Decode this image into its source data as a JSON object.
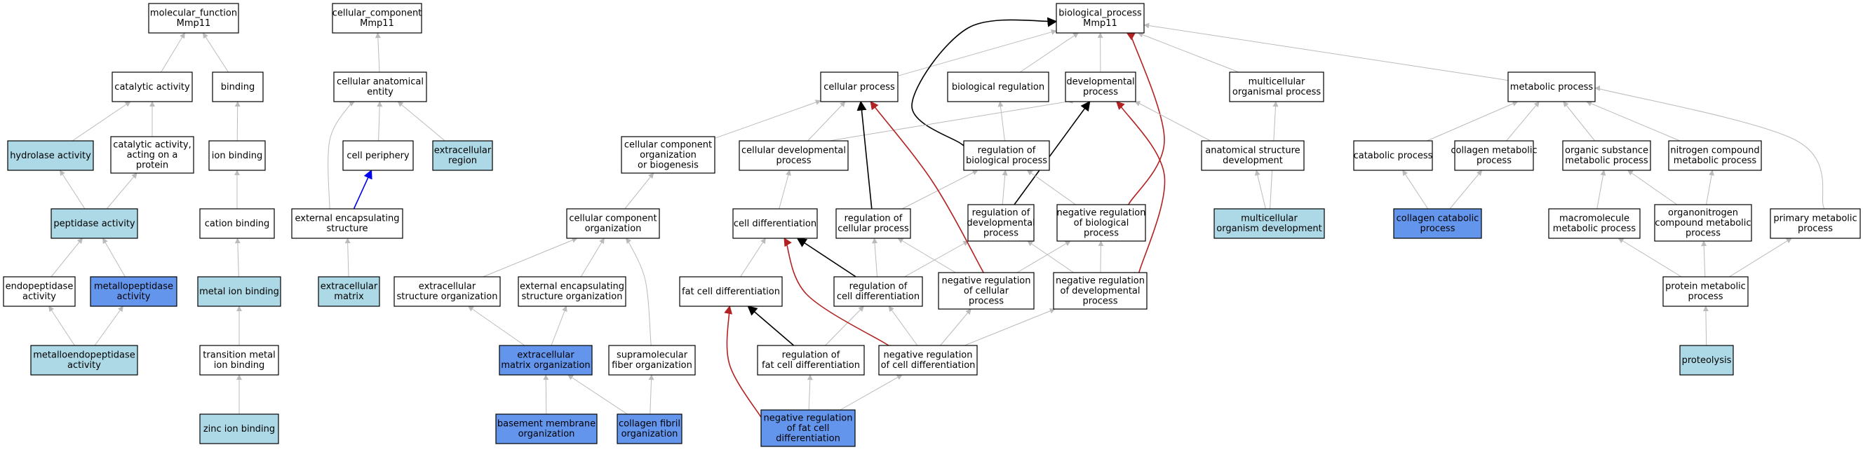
{
  "title": "",
  "colors": {
    "white": "#ffffff",
    "light": "#add8e6",
    "blue": "#6495ed",
    "edge_gray": "#bbbbbb",
    "edge_black": "#000000",
    "edge_red": "#b22222",
    "edge_blue": "#0000ee"
  },
  "nodes": [
    {
      "id": "mf",
      "lines": [
        "molecular_function",
        "Mmp11"
      ],
      "fill": "white"
    },
    {
      "id": "catalytic",
      "lines": [
        "catalytic activity"
      ],
      "fill": "white"
    },
    {
      "id": "binding",
      "lines": [
        "binding"
      ],
      "fill": "white"
    },
    {
      "id": "hydrolase",
      "lines": [
        "hydrolase activity"
      ],
      "fill": "light"
    },
    {
      "id": "cat_protein",
      "lines": [
        "catalytic activity,",
        "acting on a",
        "protein"
      ],
      "fill": "white"
    },
    {
      "id": "ion_binding",
      "lines": [
        "ion binding"
      ],
      "fill": "white"
    },
    {
      "id": "peptidase",
      "lines": [
        "peptidase activity"
      ],
      "fill": "light"
    },
    {
      "id": "cation",
      "lines": [
        "cation binding"
      ],
      "fill": "white"
    },
    {
      "id": "endopep",
      "lines": [
        "endopeptidase",
        "activity"
      ],
      "fill": "white"
    },
    {
      "id": "metallopep",
      "lines": [
        "metallopeptidase",
        "activity"
      ],
      "fill": "blue"
    },
    {
      "id": "metal_ion",
      "lines": [
        "metal ion binding"
      ],
      "fill": "light"
    },
    {
      "id": "metalloendo",
      "lines": [
        "metalloendopeptidase",
        "activity"
      ],
      "fill": "light"
    },
    {
      "id": "transition",
      "lines": [
        "transition metal",
        "ion binding"
      ],
      "fill": "white"
    },
    {
      "id": "zinc",
      "lines": [
        "zinc ion binding"
      ],
      "fill": "light"
    },
    {
      "id": "cc",
      "lines": [
        "cellular_component",
        "Mmp11"
      ],
      "fill": "white"
    },
    {
      "id": "cae",
      "lines": [
        "cellular anatomical",
        "entity"
      ],
      "fill": "white"
    },
    {
      "id": "periphery",
      "lines": [
        "cell periphery"
      ],
      "fill": "white"
    },
    {
      "id": "extra_region",
      "lines": [
        "extracellular",
        "region"
      ],
      "fill": "light"
    },
    {
      "id": "ext_encap_struct",
      "lines": [
        "external encapsulating",
        "structure"
      ],
      "fill": "white"
    },
    {
      "id": "ecm",
      "lines": [
        "extracellular",
        "matrix"
      ],
      "fill": "light"
    },
    {
      "id": "bp",
      "lines": [
        "biological_process",
        "Mmp11"
      ],
      "fill": "white"
    },
    {
      "id": "cell_proc",
      "lines": [
        "cellular process"
      ],
      "fill": "white"
    },
    {
      "id": "bio_reg",
      "lines": [
        "biological regulation"
      ],
      "fill": "white"
    },
    {
      "id": "dev_proc",
      "lines": [
        "developmental",
        "process"
      ],
      "fill": "white"
    },
    {
      "id": "multi_proc",
      "lines": [
        "multicellular",
        "organismal process"
      ],
      "fill": "white"
    },
    {
      "id": "metab",
      "lines": [
        "metabolic process"
      ],
      "fill": "white"
    },
    {
      "id": "ccob",
      "lines": [
        "cellular component",
        "organization",
        "or biogenesis"
      ],
      "fill": "white"
    },
    {
      "id": "cell_dev",
      "lines": [
        "cellular developmental",
        "process"
      ],
      "fill": "white"
    },
    {
      "id": "reg_bio",
      "lines": [
        "regulation of",
        "biological process"
      ],
      "fill": "white"
    },
    {
      "id": "anat_dev",
      "lines": [
        "anatomical structure",
        "development"
      ],
      "fill": "white"
    },
    {
      "id": "catab",
      "lines": [
        "catabolic process"
      ],
      "fill": "white"
    },
    {
      "id": "collagen_met",
      "lines": [
        "collagen metabolic",
        "process"
      ],
      "fill": "white"
    },
    {
      "id": "org_sub",
      "lines": [
        "organic substance",
        "metabolic process"
      ],
      "fill": "white"
    },
    {
      "id": "nitrogen",
      "lines": [
        "nitrogen compound",
        "metabolic process"
      ],
      "fill": "white"
    },
    {
      "id": "cco",
      "lines": [
        "cellular component",
        "organization"
      ],
      "fill": "white"
    },
    {
      "id": "cell_diff",
      "lines": [
        "cell differentiation"
      ],
      "fill": "white"
    },
    {
      "id": "reg_cell",
      "lines": [
        "regulation of",
        "cellular process"
      ],
      "fill": "white"
    },
    {
      "id": "reg_dev",
      "lines": [
        "regulation of",
        "developmental",
        "process"
      ],
      "fill": "white"
    },
    {
      "id": "neg_reg_bio",
      "lines": [
        "negative regulation",
        "of biological",
        "process"
      ],
      "fill": "white"
    },
    {
      "id": "multi_dev",
      "lines": [
        "multicellular",
        "organism development"
      ],
      "fill": "light"
    },
    {
      "id": "collagen_cat",
      "lines": [
        "collagen catabolic",
        "process"
      ],
      "fill": "blue"
    },
    {
      "id": "macro",
      "lines": [
        "macromolecule",
        "metabolic process"
      ],
      "fill": "white"
    },
    {
      "id": "organonit",
      "lines": [
        "organonitrogen",
        "compound metabolic",
        "process"
      ],
      "fill": "white"
    },
    {
      "id": "primary",
      "lines": [
        "primary metabolic",
        "process"
      ],
      "fill": "white"
    },
    {
      "id": "ext_struct_org",
      "lines": [
        "extracellular",
        "structure organization"
      ],
      "fill": "white"
    },
    {
      "id": "ext_encap_org",
      "lines": [
        "external encapsulating",
        "structure organization"
      ],
      "fill": "white"
    },
    {
      "id": "fat_diff",
      "lines": [
        "fat cell differentiation"
      ],
      "fill": "white"
    },
    {
      "id": "reg_cell_diff",
      "lines": [
        "regulation of",
        "cell differentiation"
      ],
      "fill": "white"
    },
    {
      "id": "neg_reg_cell",
      "lines": [
        "negative regulation",
        "of cellular",
        "process"
      ],
      "fill": "white"
    },
    {
      "id": "neg_reg_dev",
      "lines": [
        "negative regulation",
        "of developmental",
        "process"
      ],
      "fill": "white"
    },
    {
      "id": "protein_met",
      "lines": [
        "protein metabolic",
        "process"
      ],
      "fill": "white"
    },
    {
      "id": "ecm_org",
      "lines": [
        "extracellular",
        "matrix organization"
      ],
      "fill": "blue"
    },
    {
      "id": "supramol",
      "lines": [
        "supramolecular",
        "fiber organization"
      ],
      "fill": "white"
    },
    {
      "id": "reg_fat",
      "lines": [
        "regulation of",
        "fat cell differentiation"
      ],
      "fill": "white"
    },
    {
      "id": "neg_reg_cell_diff",
      "lines": [
        "negative regulation",
        "of cell differentiation"
      ],
      "fill": "white"
    },
    {
      "id": "proteolysis",
      "lines": [
        "proteolysis"
      ],
      "fill": "light"
    },
    {
      "id": "basement",
      "lines": [
        "basement membrane",
        "organization"
      ],
      "fill": "blue"
    },
    {
      "id": "collagen_fibril",
      "lines": [
        "collagen fibril",
        "organization"
      ],
      "fill": "blue"
    },
    {
      "id": "neg_reg_fat",
      "lines": [
        "negative regulation",
        "of fat cell",
        "differentiation"
      ],
      "fill": "blue"
    }
  ],
  "edges": [
    {
      "from": "catalytic",
      "to": "mf",
      "color": "edge_gray"
    },
    {
      "from": "binding",
      "to": "mf",
      "color": "edge_gray"
    },
    {
      "from": "hydrolase",
      "to": "catalytic",
      "color": "edge_gray"
    },
    {
      "from": "cat_protein",
      "to": "catalytic",
      "color": "edge_gray"
    },
    {
      "from": "ion_binding",
      "to": "binding",
      "color": "edge_gray"
    },
    {
      "from": "peptidase",
      "to": "hydrolase",
      "color": "edge_gray"
    },
    {
      "from": "peptidase",
      "to": "cat_protein",
      "color": "edge_gray"
    },
    {
      "from": "cation",
      "to": "ion_binding",
      "color": "edge_gray"
    },
    {
      "from": "endopep",
      "to": "peptidase",
      "color": "edge_gray"
    },
    {
      "from": "metallopep",
      "to": "peptidase",
      "color": "edge_gray"
    },
    {
      "from": "metal_ion",
      "to": "cation",
      "color": "edge_gray"
    },
    {
      "from": "metalloendo",
      "to": "endopep",
      "color": "edge_gray"
    },
    {
      "from": "metalloendo",
      "to": "metallopep",
      "color": "edge_gray"
    },
    {
      "from": "transition",
      "to": "metal_ion",
      "color": "edge_gray"
    },
    {
      "from": "zinc",
      "to": "transition",
      "color": "edge_gray"
    },
    {
      "from": "cae",
      "to": "cc",
      "color": "edge_gray"
    },
    {
      "from": "periphery",
      "to": "cae",
      "color": "edge_gray"
    },
    {
      "from": "extra_region",
      "to": "cae",
      "color": "edge_gray"
    },
    {
      "from": "ext_encap_struct",
      "to": "cae",
      "color": "edge_gray"
    },
    {
      "from": "ext_encap_struct",
      "to": "periphery",
      "color": "edge_blue"
    },
    {
      "from": "ecm",
      "to": "ext_encap_struct",
      "color": "edge_gray"
    },
    {
      "from": "cell_proc",
      "to": "bp",
      "color": "edge_gray"
    },
    {
      "from": "bio_reg",
      "to": "bp",
      "color": "edge_gray"
    },
    {
      "from": "dev_proc",
      "to": "bp",
      "color": "edge_gray"
    },
    {
      "from": "multi_proc",
      "to": "bp",
      "color": "edge_gray"
    },
    {
      "from": "metab",
      "to": "bp",
      "color": "edge_gray"
    },
    {
      "from": "reg_bio",
      "to": "bp",
      "color": "edge_black"
    },
    {
      "from": "neg_reg_bio",
      "to": "bp",
      "color": "edge_red"
    },
    {
      "from": "ccob",
      "to": "cell_proc",
      "color": "edge_gray"
    },
    {
      "from": "cell_dev",
      "to": "cell_proc",
      "color": "edge_gray"
    },
    {
      "from": "cell_dev",
      "to": "dev_proc",
      "color": "edge_gray"
    },
    {
      "from": "reg_bio",
      "to": "bio_reg",
      "color": "edge_gray"
    },
    {
      "from": "anat_dev",
      "to": "dev_proc",
      "color": "edge_gray"
    },
    {
      "from": "multi_dev",
      "to": "multi_proc",
      "color": "edge_gray"
    },
    {
      "from": "catab",
      "to": "metab",
      "color": "edge_gray"
    },
    {
      "from": "collagen_met",
      "to": "metab",
      "color": "edge_gray"
    },
    {
      "from": "org_sub",
      "to": "metab",
      "color": "edge_gray"
    },
    {
      "from": "nitrogen",
      "to": "metab",
      "color": "edge_gray"
    },
    {
      "from": "primary",
      "to": "metab",
      "color": "edge_gray"
    },
    {
      "from": "cco",
      "to": "ccob",
      "color": "edge_gray"
    },
    {
      "from": "cell_diff",
      "to": "cell_dev",
      "color": "edge_gray"
    },
    {
      "from": "reg_cell",
      "to": "cell_proc",
      "color": "edge_black"
    },
    {
      "from": "reg_cell",
      "to": "reg_bio",
      "color": "edge_gray"
    },
    {
      "from": "reg_dev",
      "to": "reg_bio",
      "color": "edge_gray"
    },
    {
      "from": "reg_dev",
      "to": "dev_proc",
      "color": "edge_black"
    },
    {
      "from": "neg_reg_bio",
      "to": "reg_bio",
      "color": "edge_gray"
    },
    {
      "from": "multi_dev",
      "to": "anat_dev",
      "color": "edge_gray"
    },
    {
      "from": "collagen_cat",
      "to": "catab",
      "color": "edge_gray"
    },
    {
      "from": "collagen_cat",
      "to": "collagen_met",
      "color": "edge_gray"
    },
    {
      "from": "macro",
      "to": "org_sub",
      "color": "edge_gray"
    },
    {
      "from": "organonit",
      "to": "org_sub",
      "color": "edge_gray"
    },
    {
      "from": "organonit",
      "to": "nitrogen",
      "color": "edge_gray"
    },
    {
      "from": "ext_struct_org",
      "to": "cco",
      "color": "edge_gray"
    },
    {
      "from": "ext_encap_org",
      "to": "cco",
      "color": "edge_gray"
    },
    {
      "from": "supramol",
      "to": "cco",
      "color": "edge_gray"
    },
    {
      "from": "fat_diff",
      "to": "cell_diff",
      "color": "edge_gray"
    },
    {
      "from": "reg_cell_diff",
      "to": "cell_diff",
      "color": "edge_black"
    },
    {
      "from": "reg_cell_diff",
      "to": "reg_cell",
      "color": "edge_gray"
    },
    {
      "from": "reg_cell_diff",
      "to": "reg_dev",
      "color": "edge_gray"
    },
    {
      "from": "neg_reg_cell",
      "to": "cell_proc",
      "color": "edge_red"
    },
    {
      "from": "neg_reg_cell",
      "to": "reg_cell",
      "color": "edge_gray"
    },
    {
      "from": "neg_reg_cell",
      "to": "neg_reg_bio",
      "color": "edge_gray"
    },
    {
      "from": "neg_reg_dev",
      "to": "dev_proc",
      "color": "edge_red"
    },
    {
      "from": "neg_reg_dev",
      "to": "reg_dev",
      "color": "edge_gray"
    },
    {
      "from": "neg_reg_dev",
      "to": "neg_reg_bio",
      "color": "edge_gray"
    },
    {
      "from": "protein_met",
      "to": "macro",
      "color": "edge_gray"
    },
    {
      "from": "protein_met",
      "to": "organonit",
      "color": "edge_gray"
    },
    {
      "from": "protein_met",
      "to": "primary",
      "color": "edge_gray"
    },
    {
      "from": "ecm_org",
      "to": "ext_struct_org",
      "color": "edge_gray"
    },
    {
      "from": "ecm_org",
      "to": "ext_encap_org",
      "color": "edge_gray"
    },
    {
      "from": "reg_fat",
      "to": "fat_diff",
      "color": "edge_black"
    },
    {
      "from": "reg_fat",
      "to": "reg_cell_diff",
      "color": "edge_gray"
    },
    {
      "from": "neg_reg_cell_diff",
      "to": "cell_diff",
      "color": "edge_red"
    },
    {
      "from": "neg_reg_cell_diff",
      "to": "reg_cell_diff",
      "color": "edge_gray"
    },
    {
      "from": "neg_reg_cell_diff",
      "to": "neg_reg_cell",
      "color": "edge_gray"
    },
    {
      "from": "neg_reg_cell_diff",
      "to": "neg_reg_dev",
      "color": "edge_gray"
    },
    {
      "from": "proteolysis",
      "to": "protein_met",
      "color": "edge_gray"
    },
    {
      "from": "basement",
      "to": "ecm_org",
      "color": "edge_gray"
    },
    {
      "from": "collagen_fibril",
      "to": "ecm_org",
      "color": "edge_gray"
    },
    {
      "from": "collagen_fibril",
      "to": "supramol",
      "color": "edge_gray"
    },
    {
      "from": "neg_reg_fat",
      "to": "fat_diff",
      "color": "edge_red"
    },
    {
      "from": "neg_reg_fat",
      "to": "reg_fat",
      "color": "edge_gray"
    },
    {
      "from": "neg_reg_fat",
      "to": "neg_reg_cell_diff",
      "color": "edge_gray"
    }
  ]
}
